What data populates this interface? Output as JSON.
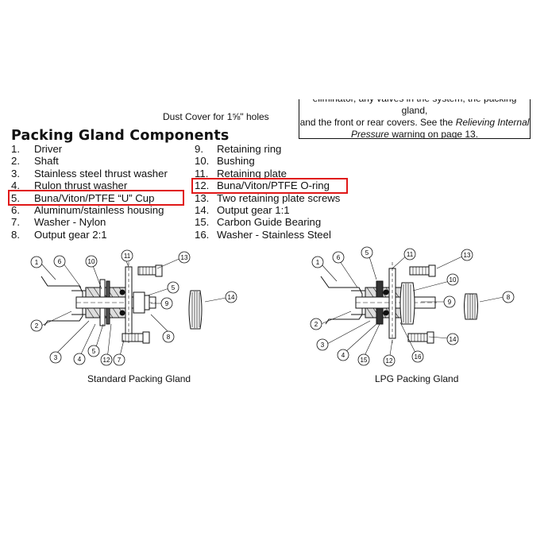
{
  "header": {
    "dust_cover": "Dust Cover for 1⅝\" holes",
    "warning_line1": "eliminator, any valves in the system, the packing gland,",
    "warning_line2": "and the front or rear covers. See the",
    "warning_italic1": "Relieving Internal",
    "warning_italic2": "Pressure",
    "warning_line3_tail": "warning on page 13."
  },
  "title": "Packing Gland Components",
  "parts_left": [
    {
      "num": "1.",
      "label": "Driver"
    },
    {
      "num": "2.",
      "label": "Shaft"
    },
    {
      "num": "3.",
      "label": "Stainless steel thrust washer"
    },
    {
      "num": "4.",
      "label": "Rulon thrust washer"
    },
    {
      "num": "5.",
      "label": "Buna/Viton/PTFE “U” Cup"
    },
    {
      "num": "6.",
      "label": "Aluminum/stainless housing"
    },
    {
      "num": "7.",
      "label": "Washer - Nylon"
    },
    {
      "num": "8.",
      "label": "Output gear 2:1"
    }
  ],
  "parts_right": [
    {
      "num": "9.",
      "label": "Retaining ring"
    },
    {
      "num": "10.",
      "label": "Bushing"
    },
    {
      "num": "11.",
      "label": "Retaining plate"
    },
    {
      "num": "12.",
      "label": "Buna/Viton/PTFE O-ring"
    },
    {
      "num": "13.",
      "label": "Two retaining plate screws"
    },
    {
      "num": "14.",
      "label": "Output gear 1:1"
    },
    {
      "num": "15.",
      "label": "Carbon Guide Bearing"
    },
    {
      "num": "16.",
      "label": "Washer - Stainless Steel"
    }
  ],
  "highlight_color": "#e01818",
  "diagrams": {
    "standard_caption": "Standard Packing Gland",
    "lpg_caption": "LPG Packing Gland",
    "standard_callouts": [
      "1",
      "6",
      "10",
      "11",
      "13",
      "5",
      "9",
      "2",
      "3",
      "4",
      "5",
      "12",
      "7",
      "8",
      "14"
    ],
    "lpg_callouts": [
      "1",
      "6",
      "5",
      "11",
      "13",
      "10",
      "9",
      "8",
      "2",
      "3",
      "4",
      "15",
      "12",
      "16",
      "14"
    ]
  }
}
